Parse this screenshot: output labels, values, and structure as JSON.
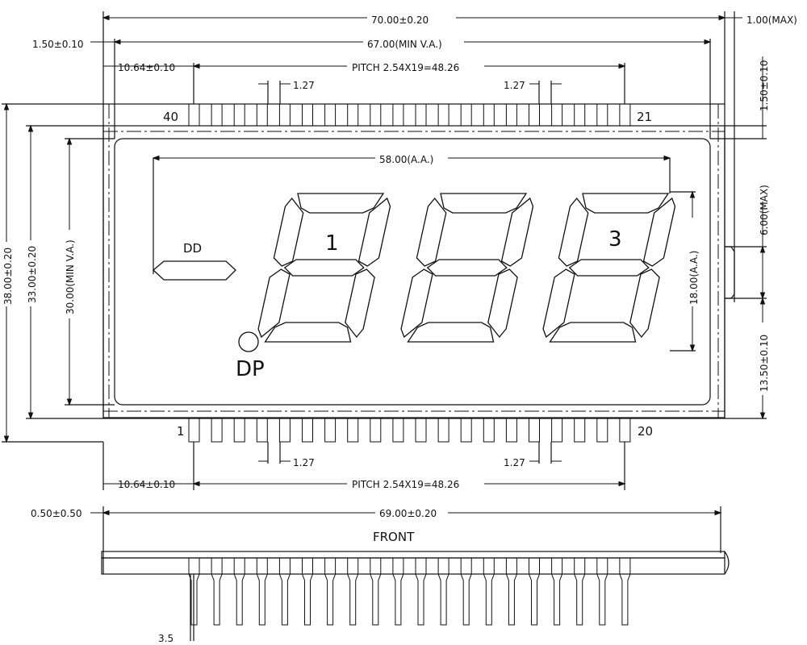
{
  "dimensions": {
    "top_total_width": "70.00±0.20",
    "right_max": "1.00(MAX)",
    "top_left_offset": "1.50±0.10",
    "viewing_area_width": "67.00(MIN V.A.)",
    "top_pin_offset": "10.64±0.10",
    "top_pitch": "PITCH 2.54X19=48.26",
    "top_pin_width_left": "1.27",
    "top_pin_width_right": "1.27",
    "active_area_width": "58.00(A.A.)",
    "right_top_offset": "1.50±0.10",
    "right_pin_length": "6.00(MAX)",
    "digit_height": "18.00(A.A.)",
    "right_bottom": "13.50±0.10",
    "left_overall_height": "38.00±0.20",
    "left_glass_height": "33.00±0.20",
    "left_view_height": "30.00(MIN V.A.)",
    "bottom_pin_width_left": "1.27",
    "bottom_pin_width_right": "1.27",
    "bottom_pin_offset": "10.64±0.10",
    "bottom_pitch": "PITCH 2.54X19=48.26",
    "side_offset": "0.50±0.50",
    "side_width": "69.00±0.20",
    "side_pin_partial": "3.5"
  },
  "labels": {
    "pin_top_left": "40",
    "pin_top_right": "21",
    "pin_bottom_left": "1",
    "pin_bottom_right": "20",
    "dd": "DD",
    "dp": "DP",
    "digit1": "1",
    "digit3": "3",
    "front": "FRONT"
  },
  "counts": {
    "pins_per_row": 20,
    "digits": 3
  }
}
